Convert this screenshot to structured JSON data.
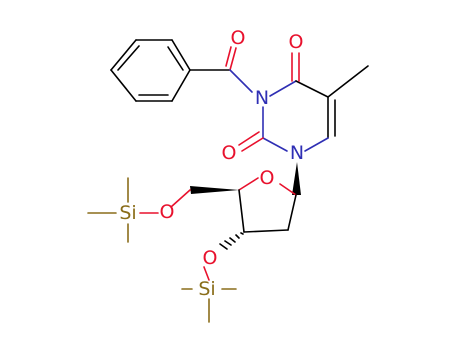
{
  "atoms": {
    "o_benzoyl": "O",
    "o_c4": "O",
    "n3": "N",
    "o_c2": "O",
    "n1": "N",
    "o_ring": "O",
    "o_5prime": "O",
    "si_5prime": "Si",
    "o_3prime": "O",
    "si_3prime": "Si"
  },
  "colors": {
    "carbon": "#000000",
    "oxygen": "#e8112d",
    "nitrogen": "#2f2fb4",
    "silicon": "#8a6d1a"
  }
}
